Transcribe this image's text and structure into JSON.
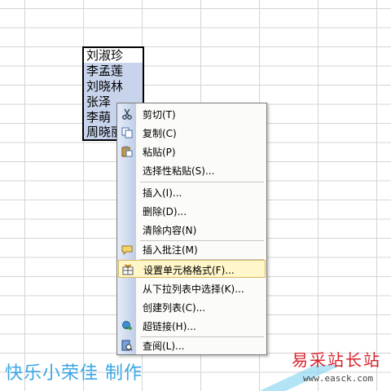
{
  "cells": [
    "刘淑珍",
    "李孟莲",
    "刘晓林",
    "张泽",
    "李萌",
    "周晓丽"
  ],
  "menu": {
    "items": [
      {
        "label": "剪切(T)",
        "icon": "scissors-icon"
      },
      {
        "label": "复制(C)",
        "icon": "copy-icon"
      },
      {
        "label": "粘贴(P)",
        "icon": "paste-icon"
      },
      {
        "label": "选择性粘贴(S)...",
        "icon": ""
      },
      {
        "label": "插入(I)...",
        "icon": ""
      },
      {
        "label": "删除(D)...",
        "icon": ""
      },
      {
        "label": "清除内容(N)",
        "icon": ""
      },
      {
        "label": "插入批注(M)",
        "icon": "comment-icon"
      },
      {
        "label": "设置单元格格式(F)...",
        "icon": "format-cells-icon",
        "highlighted": true
      },
      {
        "label": "从下拉列表中选择(K)...",
        "icon": ""
      },
      {
        "label": "创建列表(C)...",
        "icon": ""
      },
      {
        "label": "超链接(H)...",
        "icon": "hyperlink-icon"
      },
      {
        "label": "查阅(L)...",
        "icon": "research-icon"
      }
    ]
  },
  "watermark": {
    "credit": "快乐小荣佳 制作",
    "site_title": "易采站长站",
    "site_url": "www.easck.com"
  }
}
